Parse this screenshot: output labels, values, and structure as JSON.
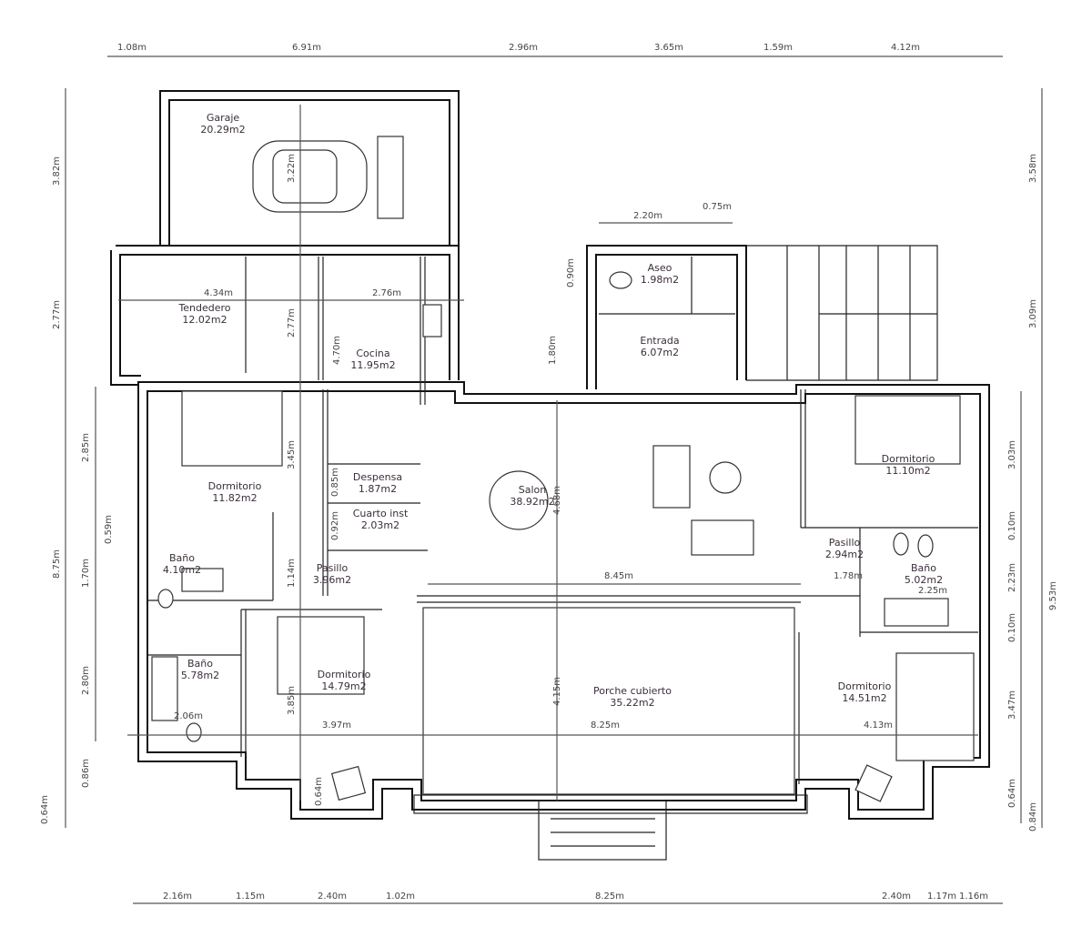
{
  "rooms": [
    {
      "name": "Garaje",
      "area": "20.29m2"
    },
    {
      "name": "Tendedero",
      "area": "12.02m2"
    },
    {
      "name": "Cocina",
      "area": "11.95m2"
    },
    {
      "name": "Aseo",
      "area": "1.98m2"
    },
    {
      "name": "Entrada",
      "area": "6.07m2"
    },
    {
      "name": "Dormitorio",
      "area": "11.82m2"
    },
    {
      "name": "Despensa",
      "area": "1.87m2"
    },
    {
      "name": "Cuarto inst",
      "area": "2.03m2"
    },
    {
      "name": "Salon",
      "area": "38.92m2"
    },
    {
      "name": "Dormitorio",
      "area": "11.10m2"
    },
    {
      "name": "Pasillo",
      "area": "2.94m2"
    },
    {
      "name": "Baño",
      "area": "5.02m2"
    },
    {
      "name": "Baño",
      "area": "4.10m2"
    },
    {
      "name": "Pasillo",
      "area": "3.96m2"
    },
    {
      "name": "Baño",
      "area": "5.78m2"
    },
    {
      "name": "Dormitorio",
      "area": "14.79m2"
    },
    {
      "name": "Porche cubierto",
      "area": "35.22m2"
    },
    {
      "name": "Dormitorio",
      "area": "14.51m2"
    }
  ],
  "dimensions": {
    "top": [
      "1.08m",
      "6.91m",
      "2.96m",
      "3.65m",
      "1.59m",
      "4.12m"
    ],
    "bottom": [
      "2.16m",
      "1.15m",
      "2.40m",
      "1.02m",
      "8.25m",
      "1.17m",
      "2.40m",
      "1.16m"
    ],
    "left_outer": [
      "3.82m",
      "2.77m",
      "8.75m",
      "0.86m",
      "0.64m"
    ],
    "left_inner": [
      "2.85m",
      "0.59m",
      "1.70m",
      "2.80m"
    ],
    "right_outer": [
      "3.58m",
      "3.09m",
      "9.53m",
      "0.84m"
    ],
    "right_inner": [
      "3.03m",
      "0.10m",
      "2.23m",
      "0.10m",
      "3.47m",
      "0.64m"
    ],
    "interior": [
      "4.34m",
      "2.76m",
      "2.77m",
      "4.70m",
      "3.22m",
      "3.45m",
      "0.85m",
      "0.92m",
      "1.14m",
      "4.68m",
      "8.45m",
      "1.78m",
      "2.25m",
      "4.15m",
      "3.97m",
      "8.25m",
      "4.13m",
      "3.85m",
      "0.64m",
      "2.06m",
      "0.90m",
      "1.80m",
      "2.20m",
      "0.75m"
    ]
  }
}
